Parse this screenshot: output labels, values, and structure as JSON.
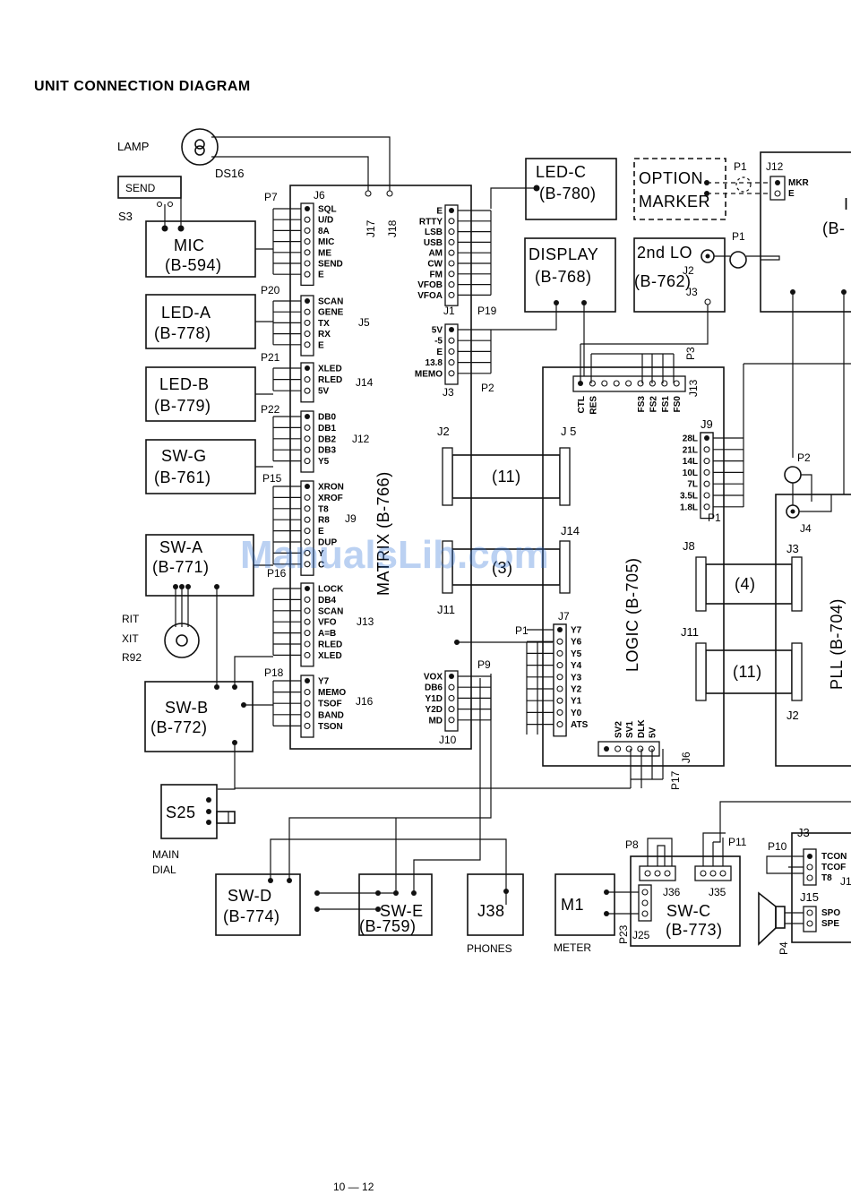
{
  "title": "UNIT CONNECTION DIAGRAM",
  "page_number": "10 — 12",
  "watermark": "ManualsLib.com",
  "units": {
    "mic": [
      "MIC",
      "(B-594)"
    ],
    "led_a": [
      "LED-A",
      "(B-778)"
    ],
    "led_b": [
      "LED-B",
      "(B-779)"
    ],
    "sw_g": [
      "SW-G",
      "(B-761)"
    ],
    "sw_a": [
      "SW-A",
      "(B-771)"
    ],
    "sw_b": [
      "SW-B",
      "(B-772)"
    ],
    "led_c": [
      "LED-C",
      "(B-780)"
    ],
    "display": [
      "DISPLAY",
      "(B-768)"
    ],
    "option_marker": [
      "OPTION",
      "MARKER"
    ],
    "lo2": [
      "2nd LO",
      "(B-762)"
    ],
    "sw_d": [
      "SW-D",
      "(B-774)"
    ],
    "sw_e": [
      "SW-E",
      "(B-759)"
    ],
    "sw_c": [
      "SW-C",
      "(B-773)"
    ],
    "s25": "S25",
    "j38": "J38",
    "m1": "M1",
    "matrix": "MATRIX (B-766)",
    "logic": "LOGIC (B-705)",
    "pll": "PLL (B-704)",
    "right_edge_unit": "(B-",
    "right_edge_letter": "I"
  },
  "ribbons": [
    "(11)",
    "(3)",
    "(4)",
    "(11)"
  ],
  "labels": {
    "lamp": "LAMP",
    "ds16": "DS16",
    "send": "SEND",
    "s3": "S3",
    "rit": "RIT",
    "xit": "XIT",
    "r92": "R92",
    "main": "MAIN",
    "dial": "DIAL",
    "phones": "PHONES",
    "meter": "METER"
  },
  "pins": {
    "j6": [
      "SQL",
      "U/D",
      "8A",
      "MIC",
      "ME",
      "SEND",
      "E"
    ],
    "j5": [
      "SCAN",
      "GENE",
      "TX",
      "RX",
      "E"
    ],
    "j14": [
      "XLED",
      "RLED",
      "5V"
    ],
    "j12": [
      "DB0",
      "DB1",
      "DB2",
      "DB3",
      "Y5"
    ],
    "j9": [
      "XRON",
      "XROF",
      "T8",
      "R8",
      "E",
      "DUP",
      "Y",
      "C"
    ],
    "j13": [
      "LOCK",
      "DB4",
      "SCAN",
      "VFO",
      "A=B",
      "RLED",
      "XLED"
    ],
    "j16": [
      "Y7",
      "MEMO",
      "TSOF",
      "BAND",
      "TSON"
    ],
    "j1": [
      "E",
      "RTTY",
      "LSB",
      "USB",
      "AM",
      "CW",
      "FM",
      "VFOB",
      "VFOA"
    ],
    "j3": [
      "5V",
      "-5",
      "E",
      "13.8",
      "MEMO"
    ],
    "j10": [
      "VOX",
      "DB6",
      "Y1D",
      "Y2D",
      "MD"
    ],
    "j7": [
      "Y7",
      "Y6",
      "Y5",
      "Y4",
      "Y3",
      "Y2",
      "Y1",
      "Y0",
      "ATS"
    ],
    "logic_j13": [
      "CTL",
      "RES",
      "",
      "",
      "",
      "FS3",
      "FS2",
      "FS1",
      "FS0"
    ],
    "logic_j6": [
      "SV2",
      "SV1",
      "DLK",
      "5V"
    ],
    "pll_j9": [
      "28L",
      "21L",
      "14L",
      "10L",
      "7L",
      "3.5L",
      "1.8L"
    ],
    "marker_j12": [
      "MKR",
      "E"
    ],
    "right_j3": [
      "TCON",
      "TCOF",
      "T8"
    ],
    "right_j15": [
      "SPO",
      "SPE"
    ]
  },
  "refs": {
    "p7": "P7",
    "j6": "J6",
    "p20": "P20",
    "j5": "J5",
    "p21": "P21",
    "j14": "J14",
    "p22": "P22",
    "j12": "J12",
    "p15": "P15",
    "j9": "J9",
    "p16": "P16",
    "j13": "J13",
    "p18": "P18",
    "j16": "J16",
    "j17": "J17",
    "j18": "J18",
    "j1": "J1",
    "p19": "P19",
    "j3": "J3",
    "p2": "P2",
    "j2": "J2",
    "j5_logic": "J 5",
    "j14_logic": "J14",
    "j11": "J11",
    "p1": "P1",
    "j7": "J7",
    "p9": "P9",
    "j10": "J10",
    "p3": "P3",
    "logic_j13": "J13",
    "logic_j6": "J6",
    "p17": "P17",
    "pll_j9": "J9",
    "pll_p1": "P1",
    "j8": "J8",
    "pll_j3": "J3",
    "pll_j11": "J11",
    "pll_j2": "J2",
    "pll_p2": "P2",
    "j4": "J4",
    "marker_p1": "P1",
    "marker_j12": "J12",
    "lo_p1": "P1",
    "lo_j2": "J2",
    "lo_j3": "J3",
    "p8": "P8",
    "p11": "P11",
    "j36": "J36",
    "j35": "J35",
    "p23": "P23",
    "j25": "J25",
    "p10": "P10",
    "right_j3": "J3",
    "right_j1": "J1",
    "j15": "J15",
    "p4": "P4"
  }
}
